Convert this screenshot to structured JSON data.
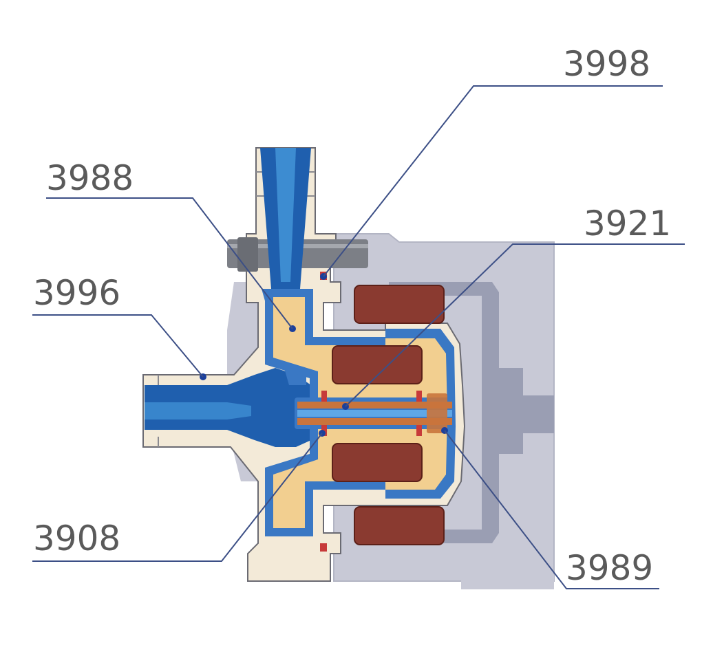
{
  "callouts": {
    "c3998": "3998",
    "c3988": "3988",
    "c3921": "3921",
    "c3996": "3996",
    "c3908": "3908",
    "c3989": "3989"
  },
  "colors": {
    "background": "#ffffff",
    "leader_line": "#3c4f86",
    "label_text": "#5a5a5a",
    "motor_housing": "#c8c9d6",
    "motor_housing_dark": "#9a9eb3",
    "pump_casing": "#f3ead8",
    "casing_outline": "#6a6a72",
    "fluid_blue": "#1f5fae",
    "fluid_light": "#4a9fe0",
    "liner_blue": "#3a78c4",
    "magnet_core": "#f2cf90",
    "coil": "#8a3a30",
    "shaft": "#c9743c",
    "seal_red": "#c73a3a",
    "bolt": "#7c7f86",
    "marker_dot": "#1b3f9c"
  }
}
